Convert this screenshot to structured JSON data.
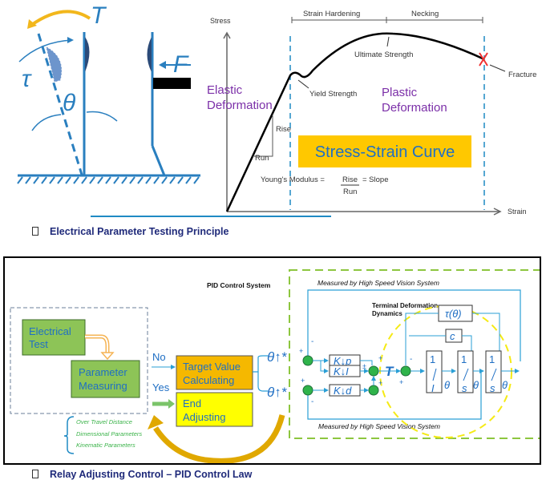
{
  "top_left_diagram": {
    "labels": {
      "torque": "T",
      "tau": "τ",
      "theta": "θ",
      "force": "F"
    }
  },
  "stress_strain": {
    "y_axis_label": "Stress",
    "x_axis_label": "Strain",
    "region_strain_hardening": "Strain Hardening",
    "region_necking": "Necking",
    "ultimate_strength": "Ultimate Strength",
    "yield_strength": "Yield Strength",
    "fracture": "Fracture",
    "elastic_line1": "Elastic",
    "elastic_line2": "Deformation",
    "plastic_line1": "Plastic",
    "plastic_line2": "Deformation",
    "rise": "Rise",
    "run": "Run",
    "title_box": "Stress-Strain Curve",
    "youngs_prefix": "Young's Modulus =",
    "youngs_num": "Rise",
    "youngs_den": "Run",
    "youngs_suffix": "= Slope"
  },
  "captions": {
    "top": "Electrical Parameter Testing Principle",
    "bottom": "Relay Adjusting Control – PID Control Law"
  },
  "pid_panel": {
    "title": "PID Control System",
    "electrical_test": [
      "Electrical",
      "Test"
    ],
    "parameter_measuring": [
      "Parameter",
      "Measuring"
    ],
    "no_label": "No",
    "yes_label": "Yes",
    "target_value": [
      "Target Value",
      "Calculating"
    ],
    "end_adjusting": [
      "End",
      "Adjusting"
    ],
    "param_list": [
      "Over Travel Distance",
      "Dimensional Parameters",
      "Kinematic Parameters"
    ],
    "measured_top": "Measured by High Speed Vision System",
    "measured_bottom": "Measured by High Speed Vision System",
    "terminal_dynamics": [
      "Terminal Deformation",
      "Dynamics"
    ],
    "setpoint": "θ↑*",
    "kp": "K↓p",
    "ki": "K↓I",
    "kd": "K↓d",
    "torque": "T",
    "tau_block": "τ(θ)",
    "c_block": "c",
    "int_blocks": [
      {
        "num": "1",
        "den": "I"
      },
      {
        "num": "1",
        "den": "s"
      },
      {
        "num": "1",
        "den": "s"
      }
    ],
    "theta_out": "θ",
    "plus": "+",
    "minus": "-",
    "plusminus": "±"
  },
  "colors": {
    "blue_line": "#1f8ac4",
    "diagram_blue": "#2a7fbf",
    "yellow_arrow": "#f2b71c",
    "purple_text": "#7b2fa8",
    "green_box": "#8dc457",
    "orange_box": "#f5b800",
    "yellow_box": "#ffff00",
    "green_dashed": "#8dc63f",
    "caption_blue": "#1f2a7a"
  }
}
